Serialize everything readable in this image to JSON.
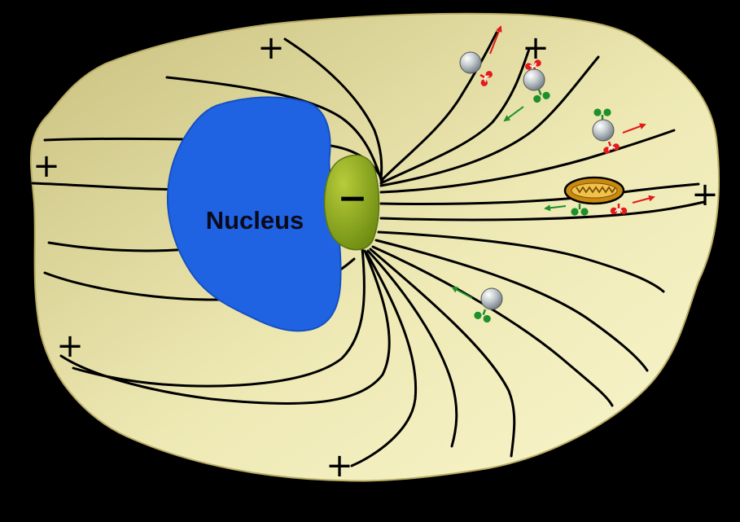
{
  "labels": {
    "nucleus": "Nucleus",
    "cathode_sign": "−",
    "anode_sign": "+"
  },
  "colors": {
    "background": "#000000",
    "cell_light": "#f7f3c4",
    "cell_dark": "#c9c07e",
    "nucleus": "#1f63e3",
    "centrosome": "#8aa21c",
    "field_line": "#000000",
    "receptor_red": "#e21b1b",
    "receptor_green": "#1e8f2a",
    "vesicle": "#b9c0c4",
    "mitochondrion": "#c98a12"
  },
  "icons": {
    "vesicle": "grey-sphere",
    "red_receptor": "red-trefoil",
    "green_receptor": "green-trefoil",
    "mitochondrion": "cristae-oval",
    "arrow": "straight-arrow"
  },
  "vesicles": [
    {
      "receptor": "red",
      "direction": "outward"
    },
    {
      "receptor": "green",
      "direction": "inward"
    },
    {
      "receptor": "red",
      "direction": "outward"
    },
    {
      "receptor": "green",
      "direction": "inward"
    }
  ],
  "mitochondrion": {
    "receptors": [
      {
        "receptor": "green",
        "direction": "inward"
      },
      {
        "receptor": "red",
        "direction": "outward"
      }
    ]
  }
}
